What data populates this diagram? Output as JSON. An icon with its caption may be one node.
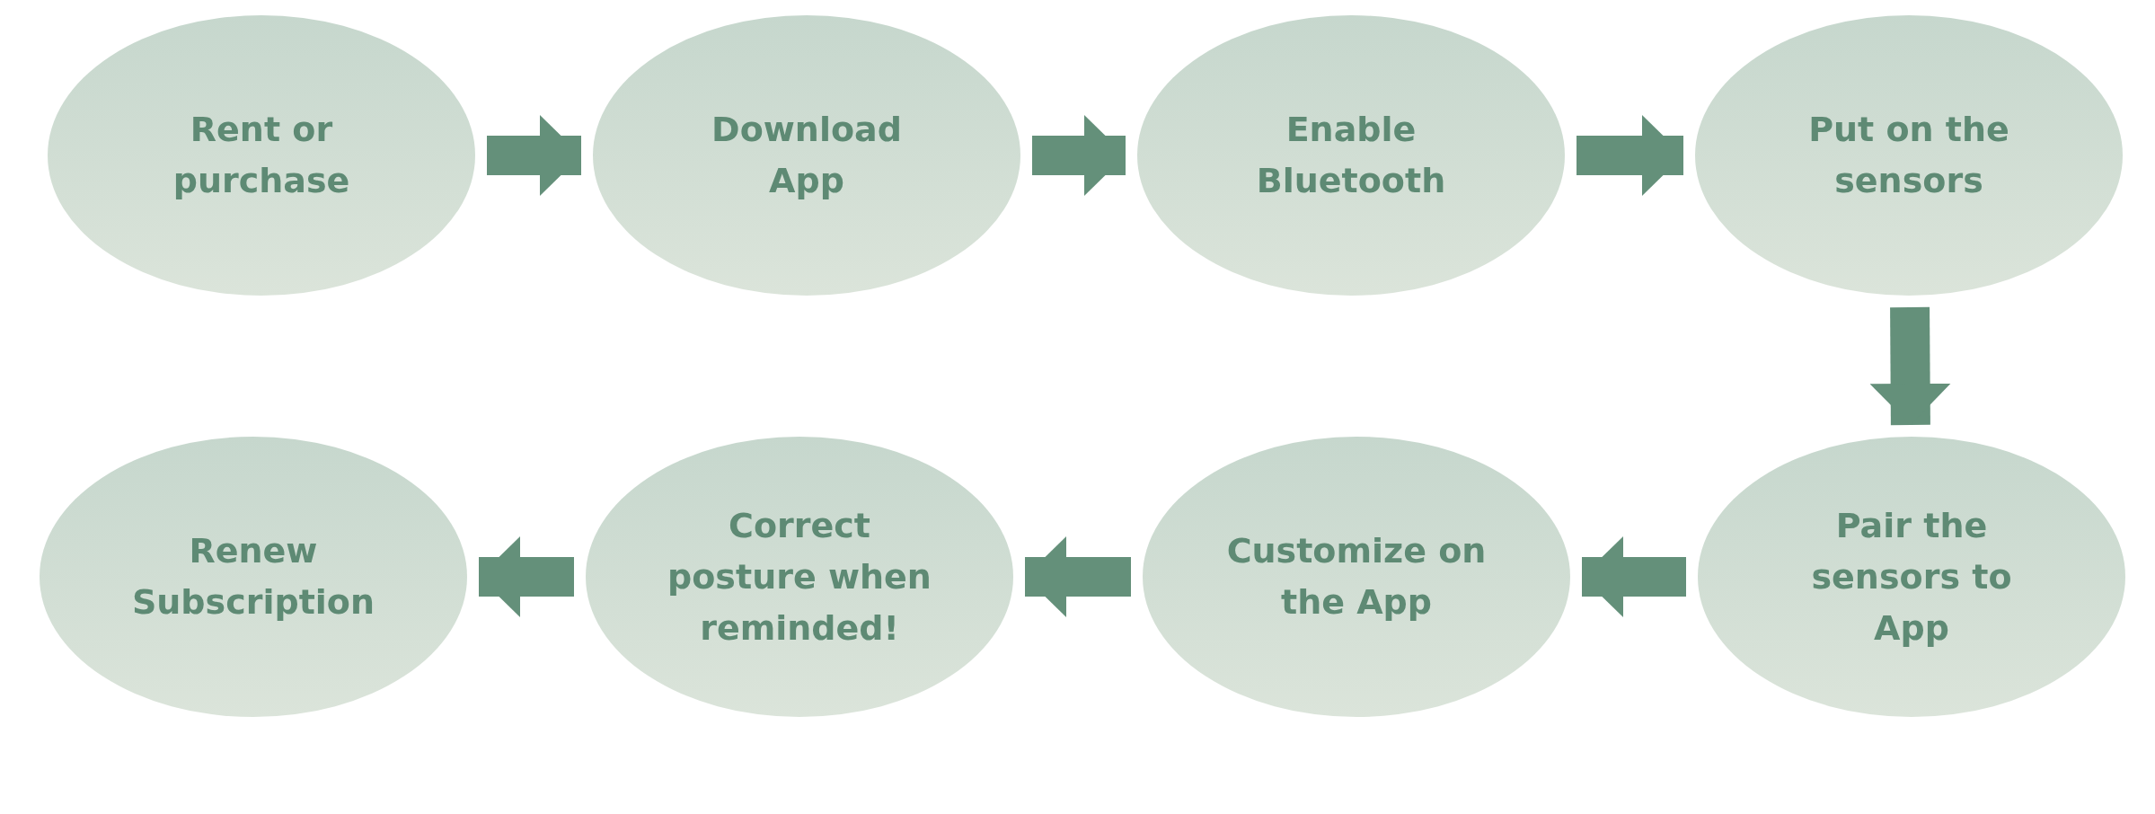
{
  "diagram": {
    "nodes": [
      {
        "text": [
          "Rent or purchase"
        ]
      },
      {
        "text": [
          "Download App"
        ]
      },
      {
        "text": [
          "Enable Bluetooth"
        ]
      },
      {
        "text": [
          "Put on the sensors"
        ]
      },
      {
        "text": [
          "Pair the sensors to App"
        ]
      },
      {
        "text": [
          "Customize on the App"
        ]
      },
      {
        "text": [
          "Correct posture when reminded!"
        ]
      },
      {
        "text": [
          "Renew Subscription"
        ]
      }
    ],
    "edges": [
      {
        "from": 0,
        "to": 1,
        "arrow": "to"
      },
      {
        "from": 1,
        "to": 2,
        "arrow": "to"
      },
      {
        "from": 2,
        "to": 3,
        "arrow": "to"
      },
      {
        "from": 3,
        "to": 4,
        "arrow": "to"
      },
      {
        "from": 4,
        "to": 5,
        "arrow": "to"
      },
      {
        "from": 5,
        "to": 6,
        "arrow": "to"
      },
      {
        "from": 6,
        "to": 7,
        "arrow": "to"
      }
    ]
  }
}
